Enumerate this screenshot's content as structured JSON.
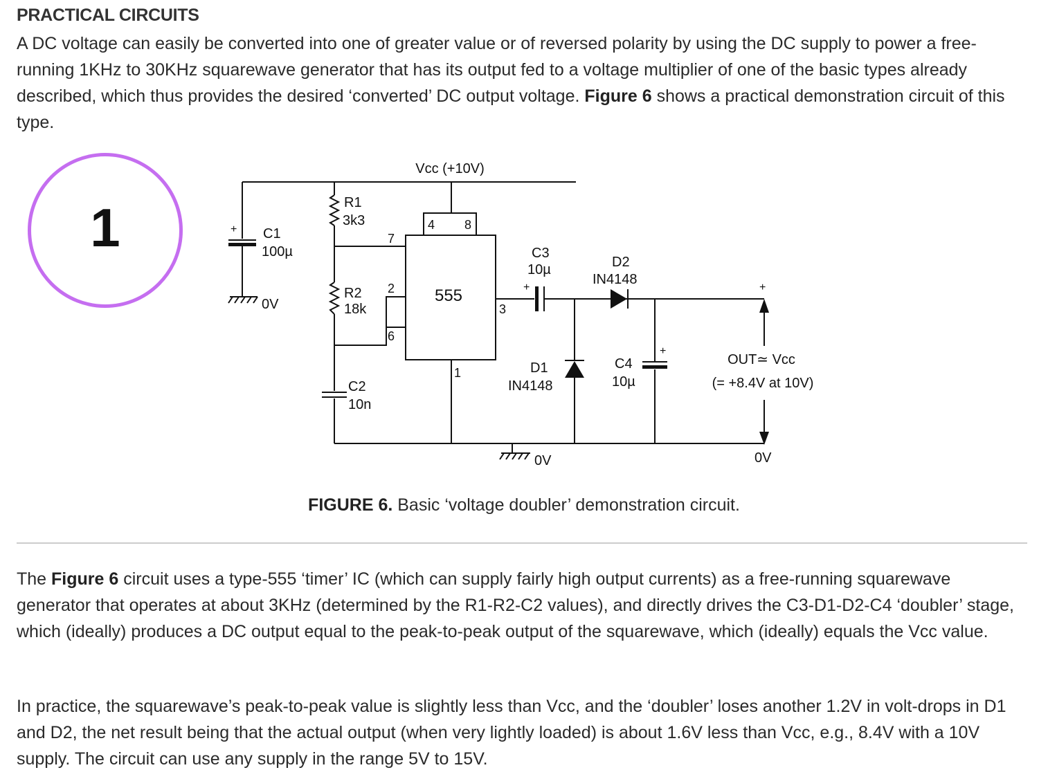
{
  "heading": "PRACTICAL CIRCUITS",
  "intro": {
    "text_before": "A DC voltage can easily be converted into one of greater value or of reversed polarity by using the DC supply to power a free-running 1KHz to 30KHz squarewave generator that has its output fed to a voltage multiplier of one of the basic types already described, which thus provides the desired ‘converted’ DC output voltage. ",
    "bold": "Figure 6",
    "text_after": " shows a practical demonstration circuit of this type."
  },
  "badge_number": "1",
  "badge_color": "#c56ef0",
  "circuit": {
    "vcc_label": "Vcc (+10V)",
    "c1_name": "C1",
    "c1_value": "100µ",
    "c1_plus": "+",
    "gnd_left_label": "0V",
    "r1_name": "R1",
    "r1_value": "3k3",
    "r2_name": "R2",
    "r2_value": "18k",
    "c2_name": "C2",
    "c2_value": "10n",
    "ic_label": "555",
    "pin4": "4",
    "pin8": "8",
    "pin7": "7",
    "pin2": "2",
    "pin6": "6",
    "pin3": "3",
    "pin1": "1",
    "c3_name": "C3",
    "c3_value": "10µ",
    "c3_plus": "+",
    "d1_name": "D1",
    "d1_value": "IN4148",
    "d2_name": "D2",
    "d2_value": "IN4148",
    "c4_name": "C4",
    "c4_value": "10µ",
    "c4_plus": "+",
    "out_plus": "+",
    "out_label": "OUT≃ Vcc",
    "out_note": "(= +8.4V at 10V)",
    "gnd_center_label": "0V",
    "gnd_right_label": "0V"
  },
  "caption": {
    "bold": "FIGURE 6.",
    "text": " Basic ‘voltage doubler’ demonstration circuit."
  },
  "para2": {
    "text_before": "The ",
    "bold": "Figure 6",
    "text_after": " circuit uses a type-555 ‘timer’ IC (which can supply fairly high output currents) as a free-running squarewave generator that operates at about 3KHz (determined by the R1-R2-C2 values), and directly drives the C3-D1-D2-C4 ‘doubler’ stage, which (ideally) produces a DC output equal to the peak-to-peak output of the squarewave, which (ideally) equals the Vcc value."
  },
  "para3": "In practice, the squarewave’s peak-to-peak value is slightly less than Vcc, and the ‘doubler’ loses another 1.2V in volt-drops in D1 and D2, the net result being that the actual output (when very lightly loaded) is about 1.6V less than Vcc, e.g., 8.4V with a 10V supply. The circuit can use any supply in the range 5V to 15V."
}
